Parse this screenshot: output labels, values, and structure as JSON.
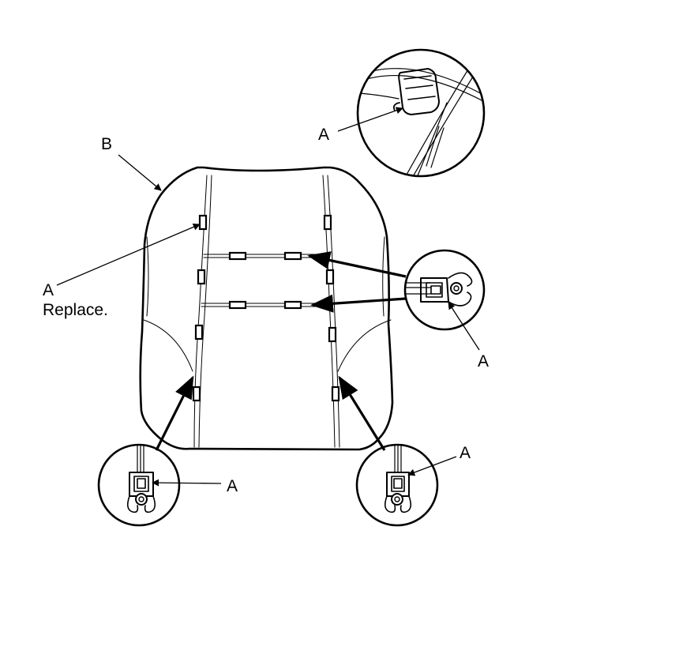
{
  "labels": {
    "b": "B",
    "a_top_inset": "A",
    "a_left": "A",
    "a_left_note": "Replace.",
    "a_right_inset": "A",
    "a_bottom_left_inset": "A",
    "a_bottom_right_inset": "A"
  },
  "colors": {
    "line": "#000000",
    "background": "#ffffff",
    "thin_line": "#555555"
  }
}
